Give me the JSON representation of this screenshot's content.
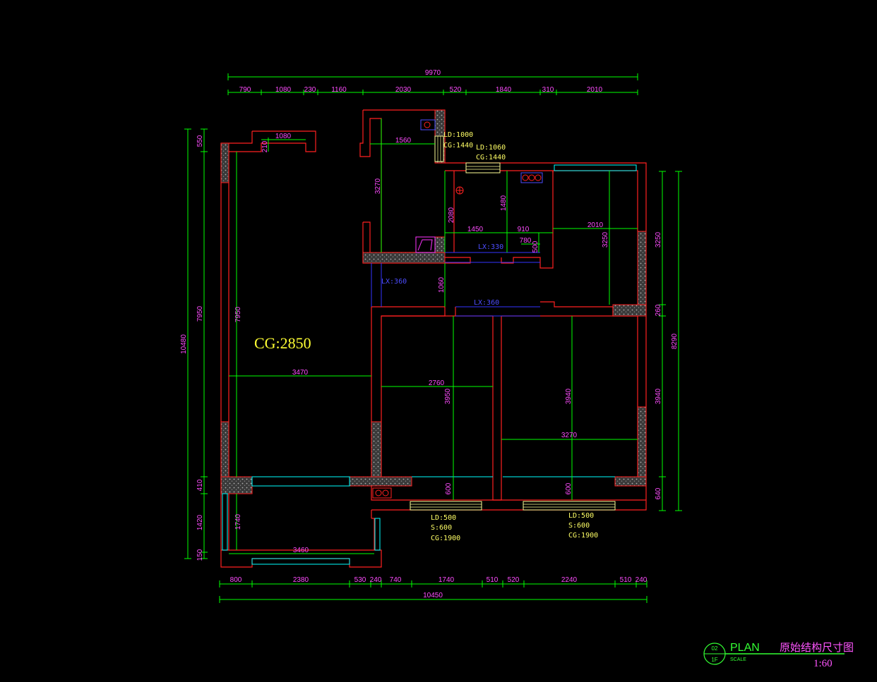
{
  "overall_top": "9970",
  "top_segments": [
    "790",
    "1080",
    "230",
    "1160",
    "2030",
    "520",
    "1840",
    "310",
    "2010"
  ],
  "bottom_segments": [
    "800",
    "2380",
    "530",
    "240",
    "740",
    "1740",
    "510",
    "520",
    "2240",
    "510",
    "240"
  ],
  "overall_bottom": "10450",
  "left_segments": [
    "550",
    "7950",
    "410",
    "1420",
    "150"
  ],
  "left_total": "10480",
  "right_segments": [
    "3250",
    "260",
    "3940",
    "640"
  ],
  "right_total": "8290",
  "room_dims": {
    "bay_width": "1080",
    "bay_depth": "210",
    "kitchen_width": "1560",
    "kitchen_depth": "3270",
    "living_height": "7950",
    "living_width": "3470",
    "balcony_height": "1740",
    "balcony_width": "3460",
    "bath_depth": "2080",
    "bath_width": "1450",
    "shower_depth": "1480",
    "shower_width": "910",
    "niche_width": "780",
    "niche_depth": "500",
    "br3_width": "2010",
    "br3_depth": "3250",
    "hall_depth": "1060",
    "br1_width": "2760",
    "br1_depth": "3950",
    "br2_depth": "3940",
    "br2_width": "3270",
    "sill1": "600",
    "sill2": "600"
  },
  "annotations": {
    "ceiling_height": "CG:2850",
    "lx_kitchen": "LX:360",
    "lx_bath": "LX:330",
    "lx_hall": "LX:360",
    "door1_ld": "LD:1000",
    "door1_cg": "CG:1440",
    "door2_ld": "LD:1060",
    "door2_cg": "CG:1440",
    "win1_ld": "LD:500",
    "win1_s": "S:600",
    "win1_cg": "CG:1900",
    "win2_ld": "LD:500",
    "win2_s": "S:600",
    "win2_cg": "CG:1900"
  },
  "title_block": {
    "number_top": "02",
    "number_bottom": "1F",
    "label": "PLAN",
    "scale_word": "SCALE",
    "title": "原始结构尺寸图",
    "scale": "1:60"
  },
  "colors": {
    "dimension_line": "#00ff00",
    "dimension_text": "#ff4dff",
    "wall": "#ff2020",
    "window": "#00ffff",
    "annotation": "#ffff66",
    "beam": "#4d4dff",
    "hatch": "#9a9a9a"
  }
}
